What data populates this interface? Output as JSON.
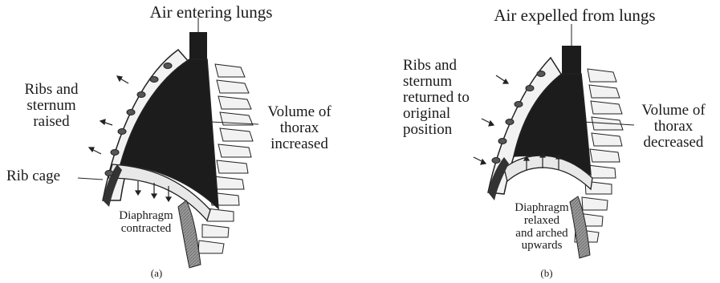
{
  "panel_a": {
    "title": "Air entering lungs",
    "ribs_label": [
      "Ribs and",
      "sternum",
      "raised"
    ],
    "volume_label": [
      "Volume of",
      "thorax",
      "increased"
    ],
    "rib_cage_label": "Rib cage",
    "diaphragm_label": [
      "Diaphragm",
      "contracted"
    ],
    "caption": "(a)"
  },
  "panel_b": {
    "title": "Air expelled from lungs",
    "ribs_label": [
      "Ribs and",
      "sternum",
      "returned to",
      "original",
      "position"
    ],
    "volume_label": [
      "Volume of",
      "thorax",
      "decreased"
    ],
    "diaphragm_label": [
      "Diaphragm",
      "relaxed",
      "and arched",
      "upwards"
    ],
    "caption": "(b)"
  },
  "colors": {
    "lung": "#1c1c1c",
    "bone": "#f2f2f2",
    "outline": "#222222",
    "rib_dot": "#555555"
  }
}
